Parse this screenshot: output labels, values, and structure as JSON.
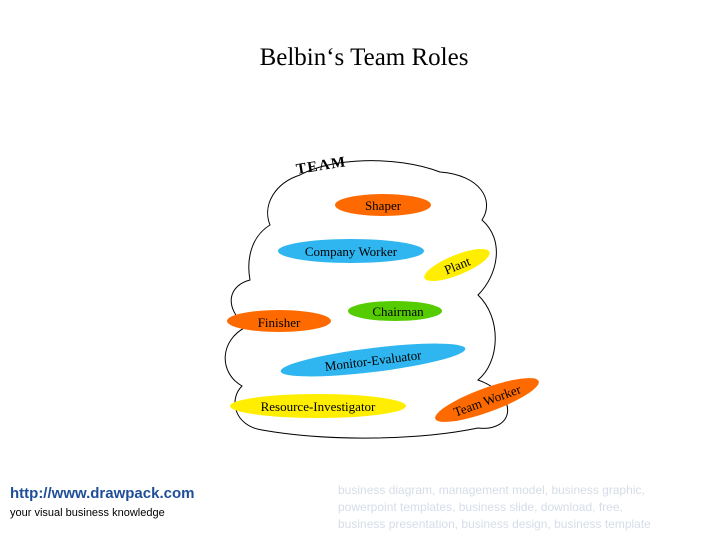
{
  "title": "Belbin‘s Team Roles",
  "team_label": "TEAM",
  "roles": [
    {
      "label": "Shaper",
      "color": "#ff6a00"
    },
    {
      "label": "Company Worker",
      "color": "#2fb6f0"
    },
    {
      "label": "Plant",
      "color": "#ffee00"
    },
    {
      "label": "Chairman",
      "color": "#55cc00"
    },
    {
      "label": "Finisher",
      "color": "#ff6a00"
    },
    {
      "label": "Monitor-Evaluator",
      "color": "#2fb6f0"
    },
    {
      "label": "Resource-Investigator",
      "color": "#ffee00"
    },
    {
      "label": "Team Worker",
      "color": "#ff6a00"
    }
  ],
  "footer": {
    "url": "http://www.drawpack.com",
    "tagline": "your visual business knowledge"
  },
  "watermark": [
    "business diagram, management model, business graphic,",
    "powerpoint templates, business slide, download, free,",
    "business presentation, business design, business template"
  ]
}
